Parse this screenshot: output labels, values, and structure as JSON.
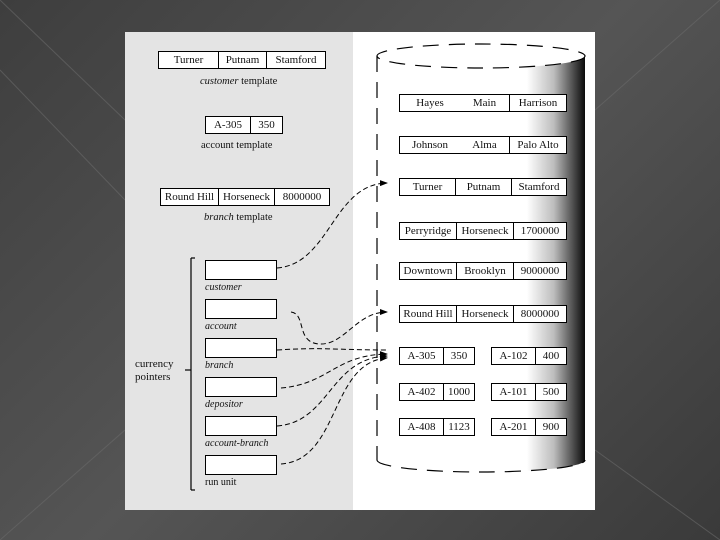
{
  "left": {
    "customer_template": {
      "cells": [
        "Turner",
        "Putnam",
        "Stamford"
      ],
      "caption_italic": "customer",
      "caption_rest": " template"
    },
    "account_template": {
      "cells": [
        "A-305",
        "350"
      ],
      "caption": "account template"
    },
    "branch_template": {
      "cells": [
        "Round Hill",
        "Horseneck",
        "8000000"
      ],
      "caption_italic": "branch",
      "caption_rest": " template"
    },
    "pointers": [
      {
        "label": "customer",
        "italic": true
      },
      {
        "label": "account",
        "italic": true
      },
      {
        "label": "branch",
        "italic": true
      },
      {
        "label": "depositor",
        "italic": true
      },
      {
        "label": "account-branch",
        "italic": true
      },
      {
        "label": "run unit",
        "italic": false
      }
    ],
    "currency_label_line1": "currency",
    "currency_label_line2": "pointers"
  },
  "database": {
    "customers": [
      [
        "Hayes",
        "Main",
        "Harrison"
      ],
      [
        "Johnson",
        "Alma",
        "Palo Alto"
      ],
      [
        "Turner",
        "Putnam",
        "Stamford"
      ]
    ],
    "branches": [
      [
        "Perryridge",
        "Horseneck",
        "1700000"
      ],
      [
        "Downtown",
        "Brooklyn",
        "9000000"
      ],
      [
        "Round Hill",
        "Horseneck",
        "8000000"
      ]
    ],
    "accounts": [
      [
        "A-305",
        "350"
      ],
      [
        "A-102",
        "400"
      ],
      [
        "A-402",
        "1000"
      ],
      [
        "A-101",
        "500"
      ],
      [
        "A-408",
        "1123"
      ],
      [
        "A-201",
        "900"
      ]
    ]
  },
  "colors": {
    "panel": "#e4e4e4",
    "line": "#000000"
  }
}
